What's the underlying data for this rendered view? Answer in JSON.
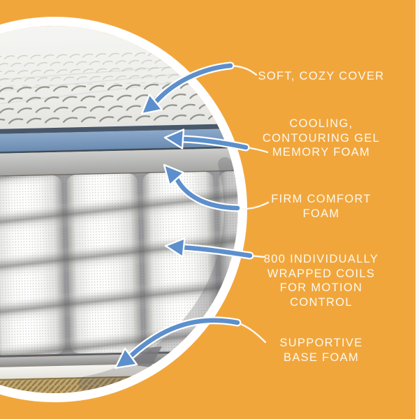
{
  "diagram": {
    "subject": "mattress-cutaway-cross-section",
    "layers_shown": [
      "quilted cover",
      "gel memory foam layer",
      "firm comfort foam layer",
      "fabric wrapped pocket coils",
      "base foam layer",
      "woven base cover"
    ]
  },
  "annotations": [
    {
      "id": "cover",
      "lines": [
        "SOFT, COZY COVER"
      ]
    },
    {
      "id": "gel",
      "lines": [
        "COOLING,",
        "CONTOURING GEL",
        "MEMORY FOAM"
      ]
    },
    {
      "id": "firm",
      "lines": [
        "FIRM COMFORT",
        "FOAM"
      ]
    },
    {
      "id": "coils",
      "lines": [
        "800 INDIVIDUALLY",
        "WRAPPED COILS",
        "FOR MOTION",
        "CONTROL"
      ]
    },
    {
      "id": "base",
      "lines": [
        "SUPPORTIVE",
        "BASE FOAM"
      ]
    }
  ],
  "palette": {
    "background_yellow": "#F1A63C",
    "arrow_blue": "#5C8FCB",
    "connector_line_white": "#FBF8F0",
    "ring_white": "#FFFFFF",
    "cover_fabric": "#EFEFED",
    "cover_tape_edge": "#49576A",
    "gel_memory_foam_blue": "#7C9BC0",
    "firm_foam_gray": "#BCBCBA",
    "coil_fabric_white": "#F7F7F5",
    "coil_crease_gray": "#96969A",
    "base_foam_white": "#F2F1ED",
    "woven_base_tan": "#C2A771",
    "label_text": "#FCF9F0"
  }
}
